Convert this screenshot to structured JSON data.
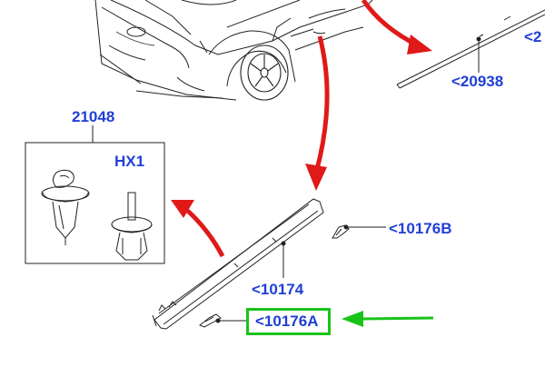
{
  "labels": {
    "part_21048": "21048",
    "part_hx1": "HX1",
    "part_20938": "<20938",
    "part_edge": "<2",
    "part_10176b": "<10176B",
    "part_10174": "<10174",
    "part_10176a": "<10176A"
  },
  "colors": {
    "label_blue": "#1f3fd6",
    "flow_arrow_red": "#e01919",
    "pointer_arrow_green": "#19c419",
    "line_art": "#222222"
  },
  "highlight": {
    "target_label": "part_10176a"
  }
}
